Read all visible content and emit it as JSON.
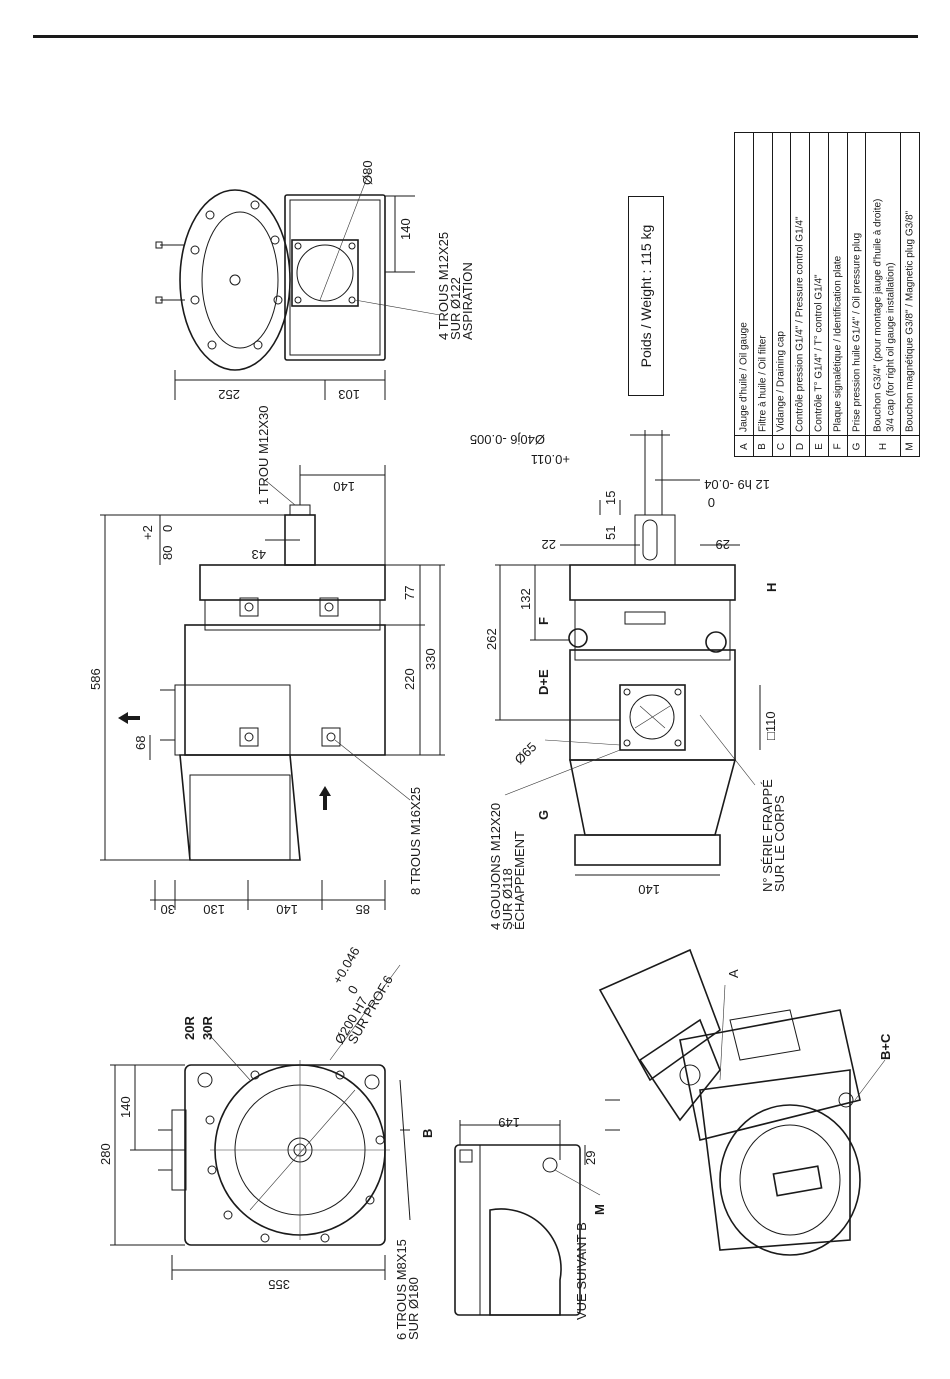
{
  "weight": "Poids / Weight : 115 kg",
  "legend": [
    {
      "key": "A",
      "text": "Jauge d'huile / Oil gauge"
    },
    {
      "key": "B",
      "text": "Filtre à huile / Oil filter"
    },
    {
      "key": "C",
      "text": "Vidange / Draining cap"
    },
    {
      "key": "D",
      "text": "Contrôle pression G1/4\" / Pressure control G1/4\""
    },
    {
      "key": "E",
      "text": "Contrôle T° G1/4\" / T° control G1/4\""
    },
    {
      "key": "F",
      "text": "Plaque signalétique / Identification plate"
    },
    {
      "key": "G",
      "text": "Prise pression huile G1/4\" / Oil pressure plug"
    },
    {
      "key": "H",
      "text": "Bouchon G3/4\" (pour montage jauge d'huile à droite)",
      "text2": "3/4 cap (for right oil gauge installation)"
    },
    {
      "key": "M",
      "text": "Bouchon magnétique G3/8\" / Magnetic plug G3/8\""
    }
  ],
  "top_view": {
    "dia_80": "Ø80",
    "dim_140": "140",
    "dim_252": "252",
    "dim_103": "103",
    "holes_1": "4 TROUS M12X25",
    "holes_2": "SUR Ø122",
    "holes_3": "ASPIRATION"
  },
  "side_view": {
    "trou": "1 TROU M12X30",
    "dim_140": "140",
    "tol_plus2": "+2",
    "tol_0": "0",
    "dim_80": "80",
    "dim_43": "43",
    "dim_586": "586",
    "dim_77": "77",
    "dim_220": "220",
    "dim_330": "330",
    "dim_68": "68",
    "dim_30": "30",
    "dim_130": "130",
    "dim_140b": "140",
    "dim_85": "85",
    "holes": "8 TROUS M16X25"
  },
  "shaft_view": {
    "dia_40": "Ø40j6 -0.005",
    "dia_40_tol": "+0.011",
    "dim_15": "15",
    "dim_51": "51",
    "dim_22": "22",
    "dim_29": "29",
    "dim_12h9": "12 h9 -0.04",
    "dim_12h9_0": "0",
    "dim_262": "262",
    "dim_132": "132",
    "lbl_F": "F",
    "lbl_H": "H",
    "lbl_DE": "D+E",
    "lbl_G": "G",
    "dim_110": "□110",
    "dia_65": "Ø65",
    "dim_140": "140",
    "goujons_1": "4 GOUJONS M12X20",
    "goujons_2": "SUR Ø118",
    "goujons_3": "ÉCHAPPEMENT",
    "serie_1": "N° SÉRIE FRAPPÉ",
    "serie_2": "SUR LE CORPS"
  },
  "front_view": {
    "r20": "20R",
    "r30": "30R",
    "dia_200": "Ø200 H7",
    "dia_200_tol1": "+0.046",
    "dia_200_tol2": "0",
    "prof": "SUR PROF.6",
    "dim_280": "280",
    "dim_140": "140",
    "dim_355": "355",
    "holes_1": "6 TROUS M8X15",
    "holes_2": "SUR Ø180",
    "lbl_B": "B"
  },
  "view_b": {
    "dim_149": "149",
    "dim_29": "29",
    "lbl_M": "M",
    "vue": "VUE SUIVANT B"
  },
  "iso_view": {
    "lbl_A": "A",
    "lbl_BC": "B+C"
  }
}
